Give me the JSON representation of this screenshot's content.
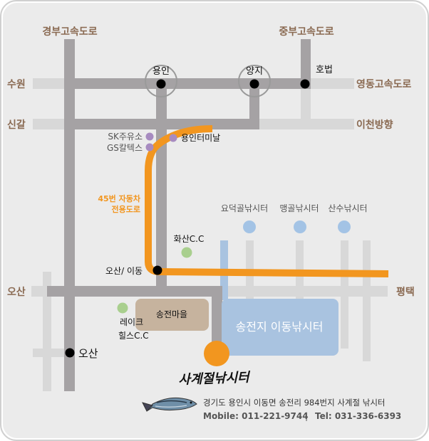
{
  "labels": {
    "gyeongbu": "경부고속도로",
    "jungbu": "중부고속도로",
    "suwon": "수원",
    "yeongdong": "영동고속도로",
    "singal": "신갈",
    "icheon": "이천방향",
    "osan_w": "오산",
    "pyeongtaek": "평택",
    "yongin": "용인",
    "yangji": "양지",
    "hobeop": "호법",
    "sk": "SK주유소",
    "gs": "GS칼텍스",
    "terminal": "용인터미날",
    "route45_1": "45번 자동차",
    "route45_2": "전용도로",
    "hwasan": "화산C.C",
    "osan_idong": "오산/ 이동",
    "songjeon_village": "송전마을",
    "lake_1": "레이크",
    "lake_2": "힐스C.C",
    "osan_dot": "오산",
    "songjeonji": "송전지 이동낚시터",
    "yodeok": "요덕골낚시터",
    "maenggol": "맹골낚시터",
    "sansu": "산수낚시터",
    "brand": "사계절낚시터",
    "address": "경기도 용인시 이동면 송전리 984번지 사계절 낚시터",
    "mobile": "Mobile: 011-221-9744",
    "sep": "|",
    "tel": "Tel: 031-336-6393"
  },
  "colors": {
    "background": "#ebebeb",
    "frame": "#d0d0d0",
    "highway": "#a5a2a4",
    "road": "#d8d8d8",
    "road_label": "#8a6a52",
    "route": "#f2961f",
    "lake": "#a9c3e0",
    "lake_dot": "#a3c3e5",
    "village": "#c6b39e",
    "gas_dot": "#a78bc0",
    "golf_dot": "#a9cf8e",
    "blue_road": "#a9c3e0"
  }
}
